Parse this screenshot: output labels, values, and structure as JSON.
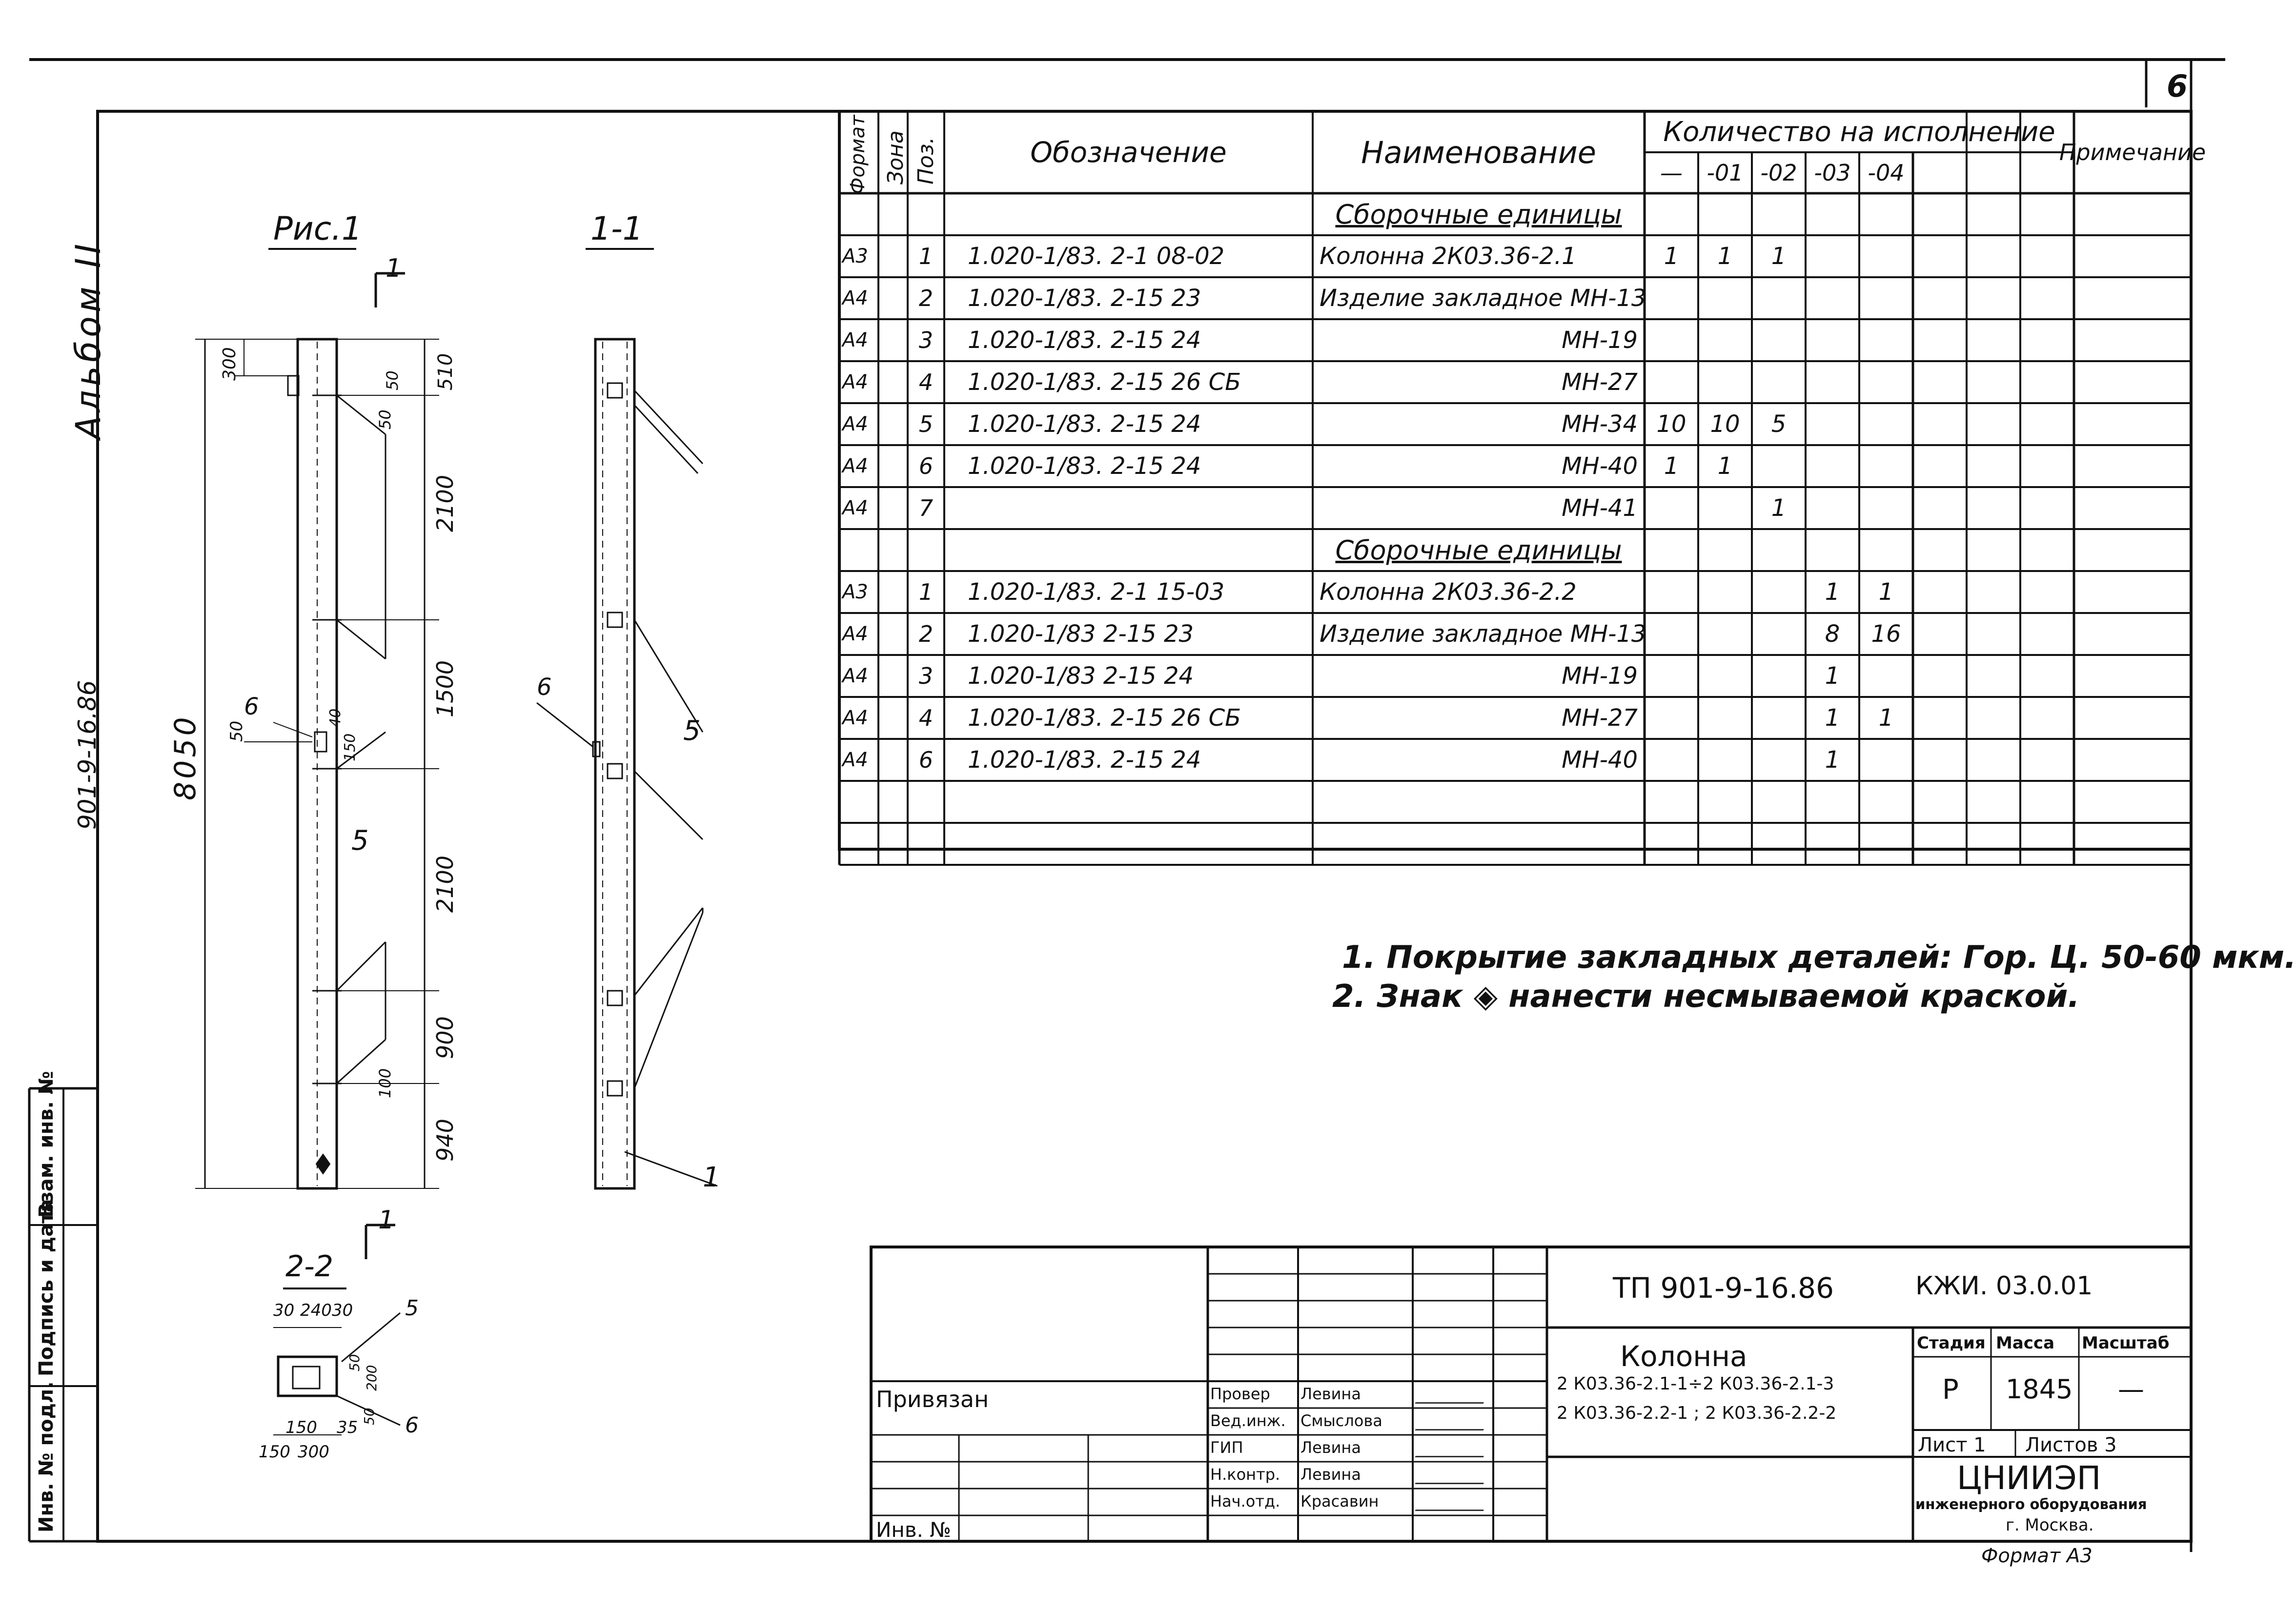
{
  "sheet_number": "6",
  "album": "Альбом II",
  "doc_code_vertical": "901-9-16.86",
  "figure": {
    "title": "Рис.1",
    "section_title": "1-1",
    "section_marker": "1",
    "section2_title": "2-2",
    "dims_elevation": [
      "300",
      "510",
      "50",
      "50",
      "2100",
      "1500",
      "40",
      "150",
      "50",
      "2100",
      "900",
      "100",
      "940"
    ],
    "overall_height": "8050",
    "callout_6": "6",
    "callout_5": "5",
    "callout_1": "1",
    "section2_dims": [
      "30",
      "240",
      "30",
      "50",
      "200",
      "50",
      "150",
      "35",
      "150",
      "300",
      "5",
      "6"
    ]
  },
  "spec_table": {
    "headers": {
      "format": "Формат",
      "zone": "Зона",
      "pos": "Поз.",
      "designation": "Обозначение",
      "name": "Наименование",
      "qty": "Количество на исполнение",
      "note": "Примечание",
      "qty_cols": [
        "—",
        "-01",
        "-02",
        "-03",
        "-04"
      ]
    },
    "group_header": "Сборочные единицы",
    "rows": [
      {
        "format": "А3",
        "pos": "1",
        "designation": "1.020-1/83. 2-1 08-02",
        "name": "Колонна 2К03.36-2.1",
        "name_align": "left",
        "q": [
          "1",
          "1",
          "1",
          "",
          ""
        ]
      },
      {
        "format": "А4",
        "pos": "2",
        "designation": "1.020-1/83. 2-15 23",
        "name": "Изделие закладное МН-13",
        "name_align": "left",
        "q": [
          "",
          "",
          "",
          "",
          ""
        ]
      },
      {
        "format": "А4",
        "pos": "3",
        "designation": "1.020-1/83. 2-15 24",
        "name": "МН-19",
        "name_align": "right",
        "q": [
          "",
          "",
          "",
          "",
          ""
        ]
      },
      {
        "format": "А4",
        "pos": "4",
        "designation": "1.020-1/83. 2-15 26 СБ",
        "name": "МН-27",
        "name_align": "right",
        "q": [
          "",
          "",
          "",
          "",
          ""
        ]
      },
      {
        "format": "А4",
        "pos": "5",
        "designation": "1.020-1/83. 2-15 24",
        "name": "МН-34",
        "name_align": "right",
        "q": [
          "10",
          "10",
          "5",
          "",
          ""
        ]
      },
      {
        "format": "А4",
        "pos": "6",
        "designation": "1.020-1/83. 2-15 24",
        "name": "МН-40",
        "name_align": "right",
        "q": [
          "1",
          "1",
          "",
          "",
          ""
        ]
      },
      {
        "format": "А4",
        "pos": "7",
        "designation": "",
        "name": "МН-41",
        "name_align": "right",
        "q": [
          "",
          "",
          "1",
          "",
          ""
        ]
      },
      {
        "format": "",
        "pos": "",
        "designation": "",
        "name": "Сборочные единицы",
        "name_align": "group",
        "q": [
          "",
          "",
          "",
          "",
          ""
        ]
      },
      {
        "format": "А3",
        "pos": "1",
        "designation": "1.020-1/83. 2-1 15-03",
        "name": "Колонна 2К03.36-2.2",
        "name_align": "left",
        "q": [
          "",
          "",
          "",
          "1",
          "1"
        ]
      },
      {
        "format": "А4",
        "pos": "2",
        "designation": "1.020-1/83 2-15 23",
        "name": "Изделие закладное МН-13",
        "name_align": "left",
        "q": [
          "",
          "",
          "",
          "8",
          "16"
        ]
      },
      {
        "format": "А4",
        "pos": "3",
        "designation": "1.020-1/83 2-15 24",
        "name": "МН-19",
        "name_align": "right",
        "q": [
          "",
          "",
          "",
          "1",
          ""
        ]
      },
      {
        "format": "А4",
        "pos": "4",
        "designation": "1.020-1/83. 2-15 26 СБ",
        "name": "МН-27",
        "name_align": "right",
        "q": [
          "",
          "",
          "",
          "1",
          "1"
        ]
      },
      {
        "format": "А4",
        "pos": "6",
        "designation": "1.020-1/83. 2-15 24",
        "name": "МН-40",
        "name_align": "right",
        "q": [
          "",
          "",
          "",
          "1",
          ""
        ]
      },
      {
        "format": "",
        "pos": "",
        "designation": "",
        "name": "",
        "name_align": "left",
        "q": [
          "",
          "",
          "",
          "",
          ""
        ]
      },
      {
        "format": "",
        "pos": "",
        "designation": "",
        "name": "",
        "name_align": "left",
        "q": [
          "",
          "",
          "",
          "",
          ""
        ]
      }
    ]
  },
  "notes": [
    "1. Покрытие закладных деталей: Гор. Ц. 50-60 мкм.",
    "2. Знак ◈ нанести несмываемой краской."
  ],
  "left_margin": {
    "inv_podl": "Инв. № подл.",
    "podpis": "Подпись и дата",
    "vzam": "Взам. инв. №"
  },
  "title_block": {
    "code": "ТП 901-9-16.86",
    "code2": "КЖИ. 03.0.01",
    "privyazan": "Привязан",
    "inv": "Инв. №",
    "product": "Колонна",
    "product_sub1": "2 К03.36-2.1-1÷2 К03.36-2.1-3",
    "product_sub2": "2 К03.36-2.2-1 ; 2 К03.36-2.2-2",
    "stadia_label": "Стадия",
    "massa_label": "Масса",
    "masshtab_label": "Масштаб",
    "stadia": "Р",
    "massa": "1845",
    "masshtab": "—",
    "list": "Лист 1",
    "listov": "Листов 3",
    "org": "ЦНИИЭП",
    "org_sub": "инженерного оборудования",
    "org_city": "г. Москва.",
    "format": "Формат А3",
    "signers": [
      {
        "role": "Провер",
        "name": "Левина"
      },
      {
        "role": "Вед.инж.",
        "name": "Смыслова"
      },
      {
        "role": "ГИП",
        "name": "Левина"
      },
      {
        "role": "Н.контр.",
        "name": "Левина"
      },
      {
        "role": "Нач.отд.",
        "name": "Красавин"
      }
    ]
  }
}
